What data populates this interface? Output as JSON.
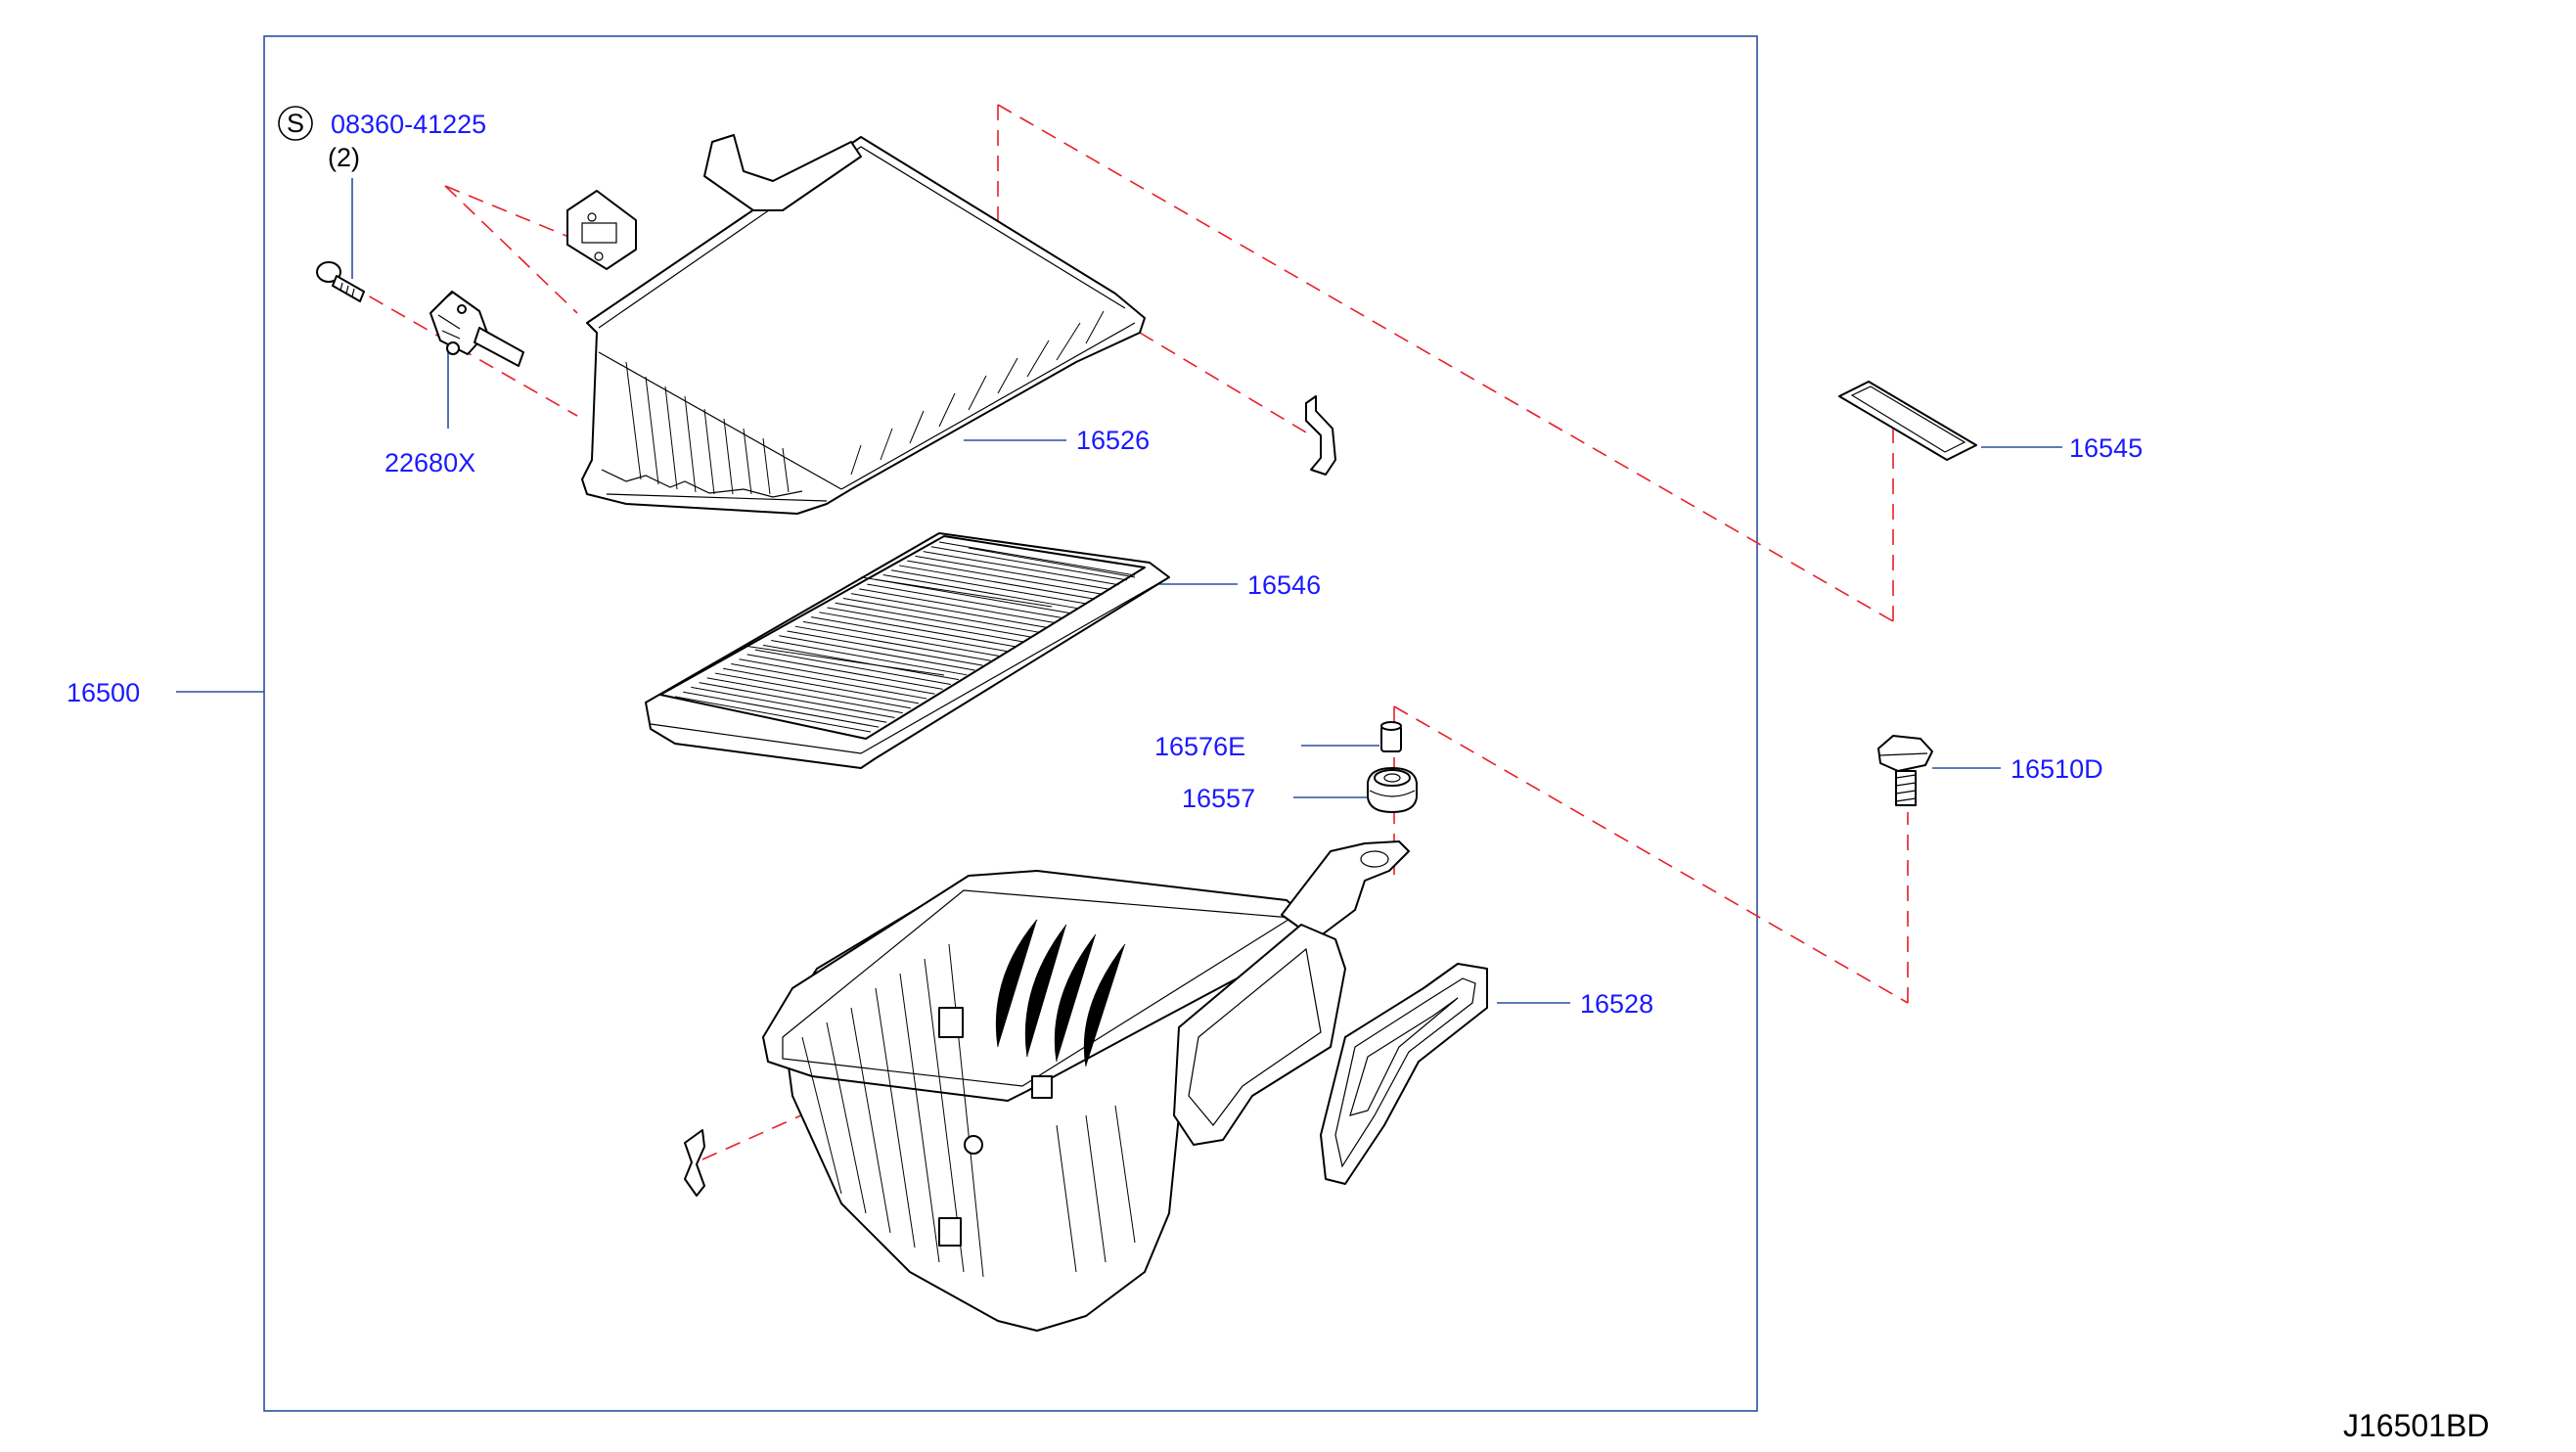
{
  "diagram_code": "J16501BD",
  "callouts": {
    "assembly": "16500",
    "screw_partno": "08360-41225",
    "screw_symbol": "S",
    "screw_qty": "(2)",
    "sensor": "22680X",
    "upper_cover": "16526",
    "filter_element": "16546",
    "seal": "16545",
    "collar": "16576E",
    "grommet": "16557",
    "bolt": "16510D",
    "duct_seal": "16528"
  },
  "colors": {
    "label": "#1a1aff",
    "frame": "#2b4fa0",
    "dashed_guide": "#e8202a",
    "outline": "#000000"
  }
}
